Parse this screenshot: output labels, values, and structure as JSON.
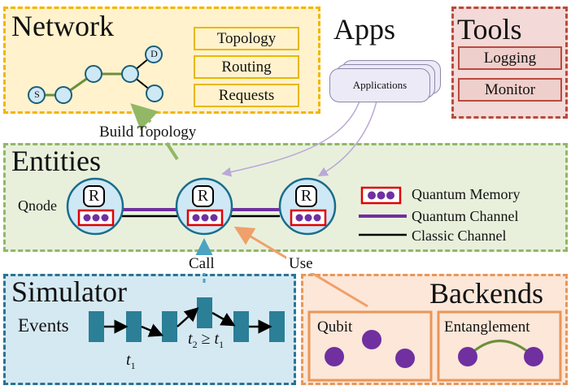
{
  "network": {
    "title": "Network",
    "items": [
      "Topology",
      "Routing",
      "Requests"
    ],
    "node_s": "S",
    "node_d": "D"
  },
  "apps": {
    "title": "Apps",
    "card_label": "Applications"
  },
  "tools": {
    "title": "Tools",
    "items": [
      "Logging",
      "Monitor"
    ]
  },
  "build_topology": "Build Topology",
  "entities": {
    "title": "Entities",
    "qnode_label": "Qnode",
    "router_glyph": "R",
    "legend": [
      "Quantum Memory",
      "Quantum Channel",
      "Classic Channel"
    ]
  },
  "call_label": "Call",
  "use_label": "Use",
  "simulator": {
    "title": "Simulator",
    "events_label": "Events",
    "t1": "t",
    "t1_sub": "1",
    "t2_cond": {
      "t": "t",
      "sub2": "2",
      "ge": " ≥ ",
      "t_": "t",
      "sub1": "1"
    }
  },
  "backends": {
    "title": "Backends",
    "qubit": "Qubit",
    "entanglement": "Entanglement"
  },
  "colors": {
    "network_fill": "#fff2cc",
    "tools_fill": "#f3d9d7",
    "entities_fill": "#e8f0dc",
    "simulator_fill": "#d5e9f2",
    "backends_fill": "#fce7d9",
    "quantum": "#7030a0",
    "memory_border": "#e00000",
    "event_block": "#2b7f96",
    "link_green": "#6c8f3a"
  }
}
